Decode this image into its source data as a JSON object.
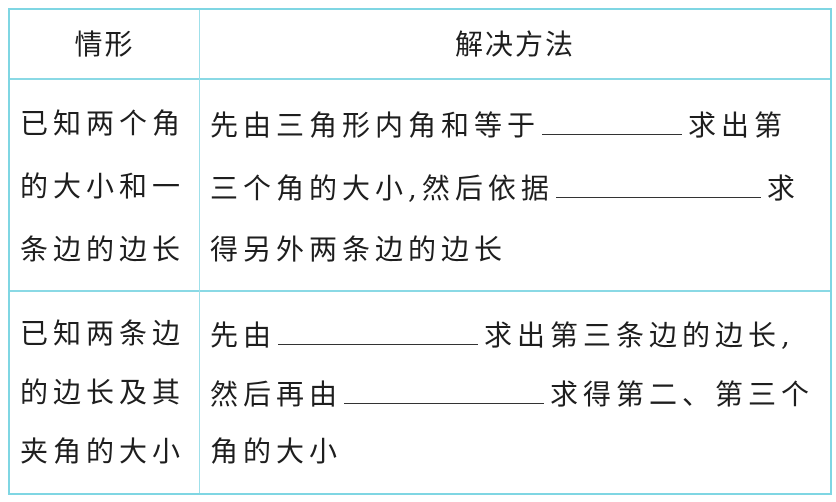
{
  "table": {
    "border_color": "#7fd6e3",
    "headers": [
      "情形",
      "解决方法"
    ],
    "rows": [
      {
        "case_lines": [
          "已知两个角",
          "的大小和一",
          "条边的边长"
        ],
        "method": {
          "l1_a": "先由三角形内角和等于",
          "l1_b": "求出第",
          "l2_a": "三个角的大小,然后依据",
          "l2_b": "求",
          "l3": "得另外两条边的边长"
        }
      },
      {
        "case_lines": [
          "已知两条边",
          "的边长及其",
          "夹角的大小"
        ],
        "method": {
          "l1_a": "先由",
          "l1_b": "求出第三条边的边长,",
          "l2_a": "然后再由",
          "l2_b": "求得第二、第三个",
          "l3": "角的大小"
        }
      }
    ]
  }
}
